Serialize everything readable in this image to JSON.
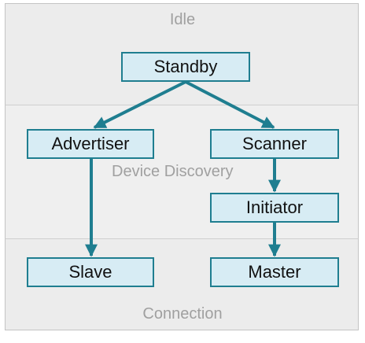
{
  "regions": {
    "idle": "Idle",
    "discovery": "Device Discovery",
    "connection": "Connection"
  },
  "states": {
    "standby": "Standby",
    "advertiser": "Advertiser",
    "scanner": "Scanner",
    "initiator": "Initiator",
    "slave": "Slave",
    "master": "Master"
  },
  "colors": {
    "arrow": "#1f7e90",
    "box_fill": "#d7ecf4",
    "box_border": "#1f7e90",
    "region_text": "#a0a0a0"
  },
  "transitions": [
    {
      "from": "standby",
      "to": "advertiser"
    },
    {
      "from": "standby",
      "to": "scanner"
    },
    {
      "from": "scanner",
      "to": "initiator"
    },
    {
      "from": "initiator",
      "to": "master"
    },
    {
      "from": "advertiser",
      "to": "slave"
    }
  ]
}
